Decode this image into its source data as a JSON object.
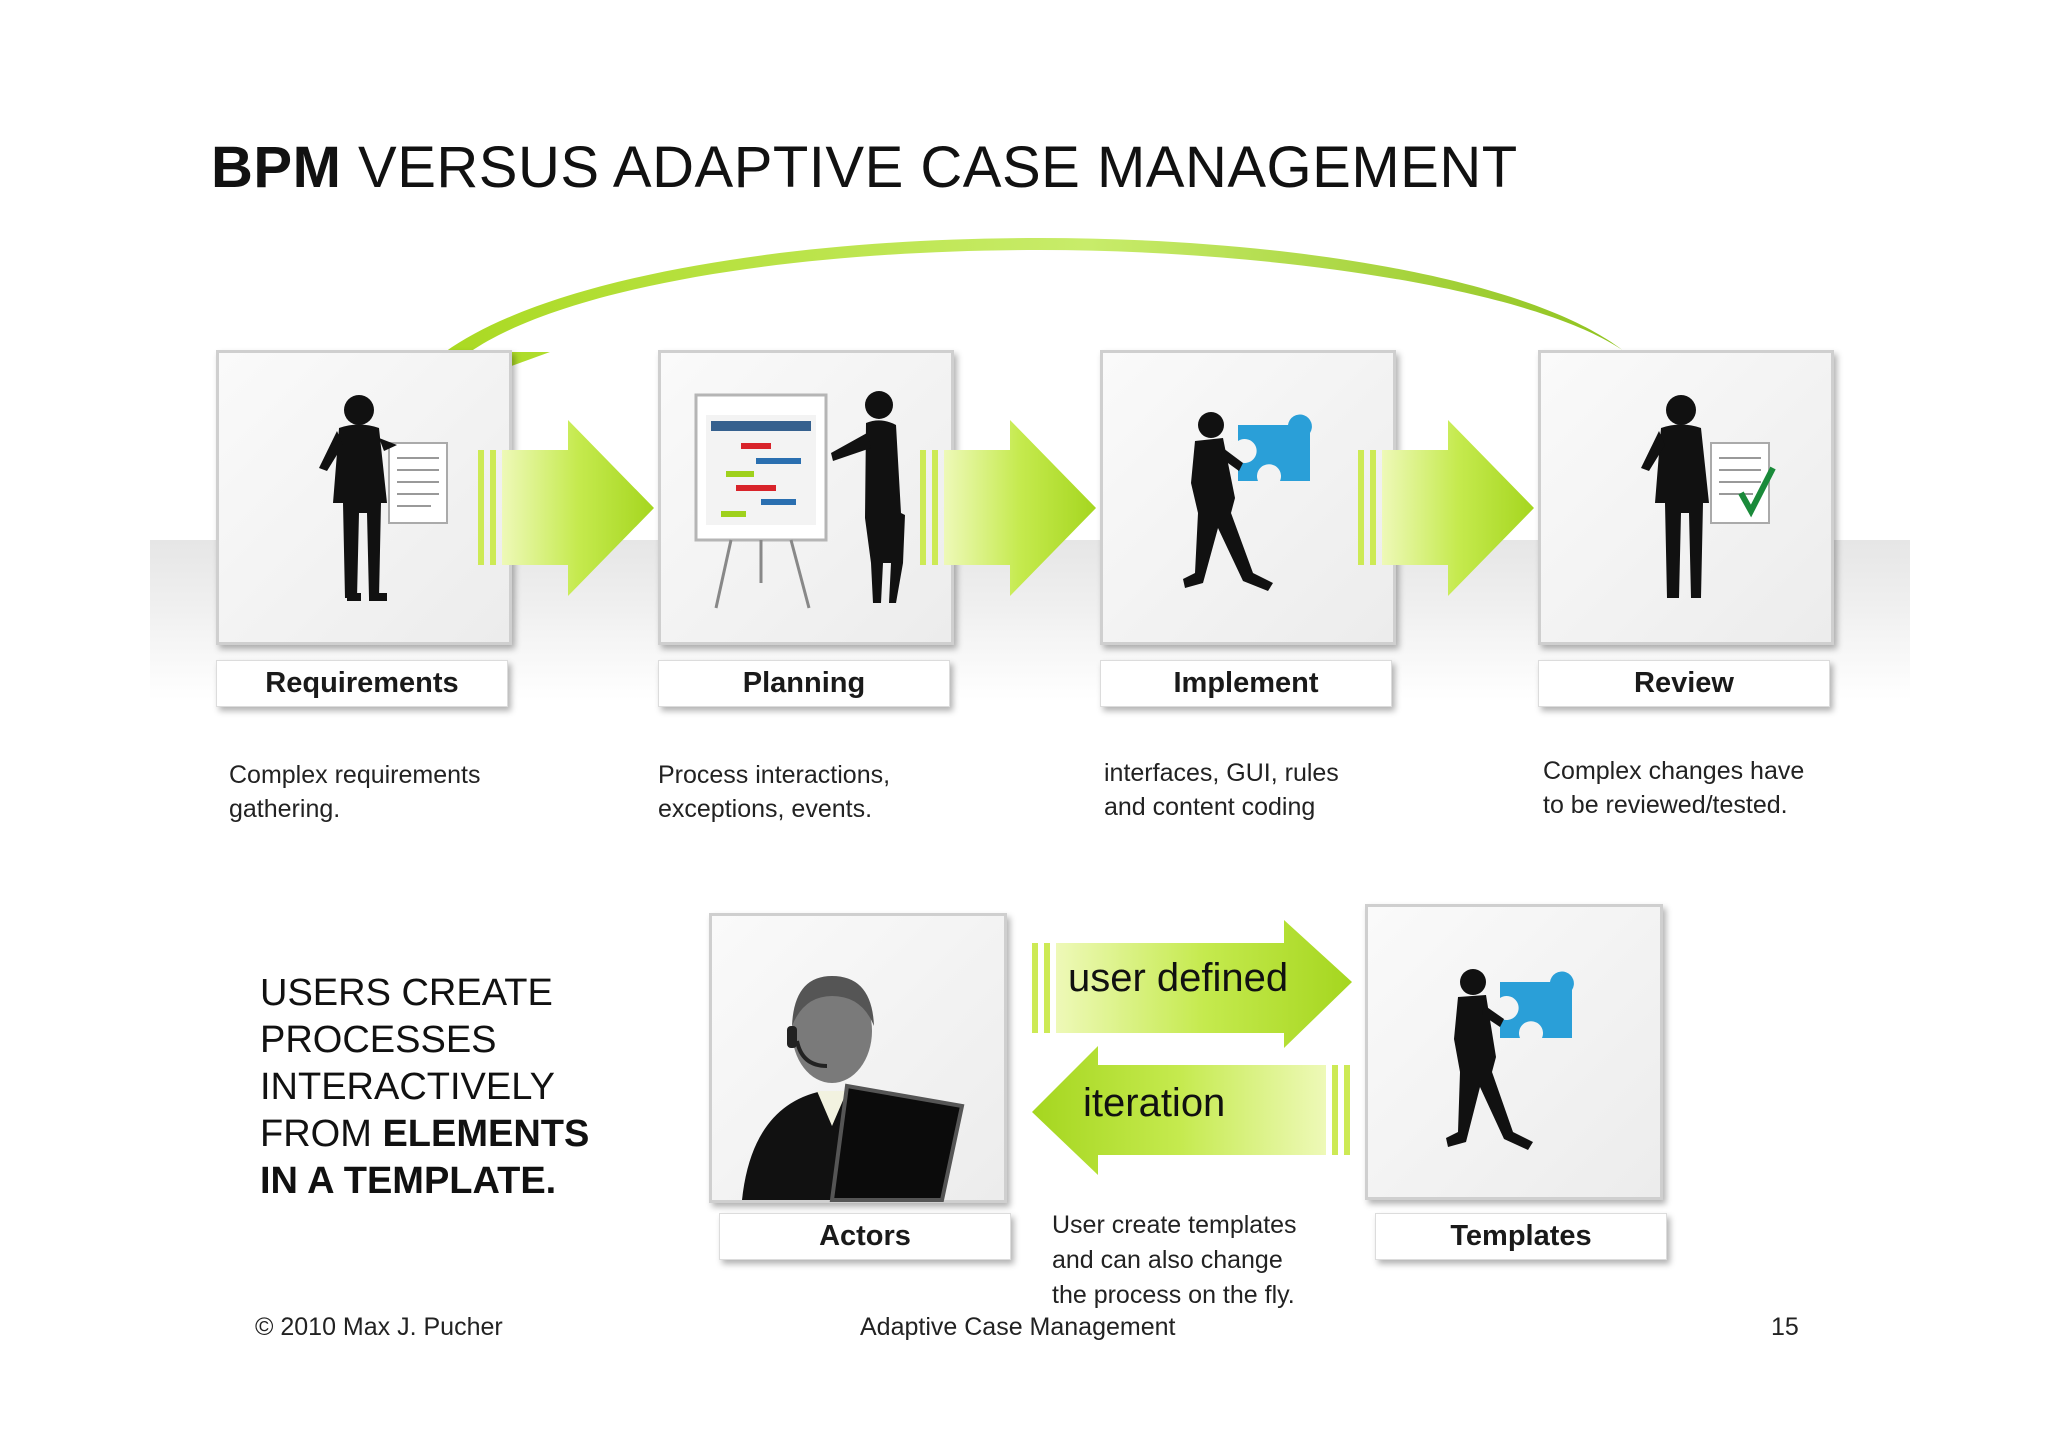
{
  "title": {
    "bold": "BPM",
    "rest": " VERSUS ADAPTIVE CASE MANAGEMENT"
  },
  "steps": [
    {
      "label": "Requirements",
      "desc": [
        "Complex requirements",
        "gathering."
      ]
    },
    {
      "label": "Planning",
      "desc": [
        "Process interactions,",
        "exceptions, events."
      ]
    },
    {
      "label": "Implement",
      "desc": [
        "interfaces, GUI, rules",
        "and content coding"
      ]
    },
    {
      "label": "Review",
      "desc": [
        "Complex changes have",
        "to be reviewed/tested."
      ]
    }
  ],
  "lower": {
    "statement": {
      "line1": "USERS CREATE",
      "line2": "PROCESSES",
      "line3": "INTERACTIVELY",
      "line4_plain": "FROM ",
      "line4_bold": "ELEMENTS",
      "line5_bold": "IN A TEMPLATE."
    },
    "actors_label": "Actors",
    "templates_label": "Templates",
    "arrow_top_text": "user defined",
    "arrow_bottom_text": "iteration",
    "note": [
      "User create templates",
      "and can also change",
      "the process on the fly."
    ]
  },
  "footer": {
    "copyright": "© 2010 Max J. Pucher",
    "center": "Adaptive Case Management",
    "page": "15"
  },
  "colors": {
    "arrow_light": "#d8f07a",
    "arrow_dark": "#9fd11c",
    "puzzle": "#2a9fd8",
    "check": "#1a8a3a"
  }
}
